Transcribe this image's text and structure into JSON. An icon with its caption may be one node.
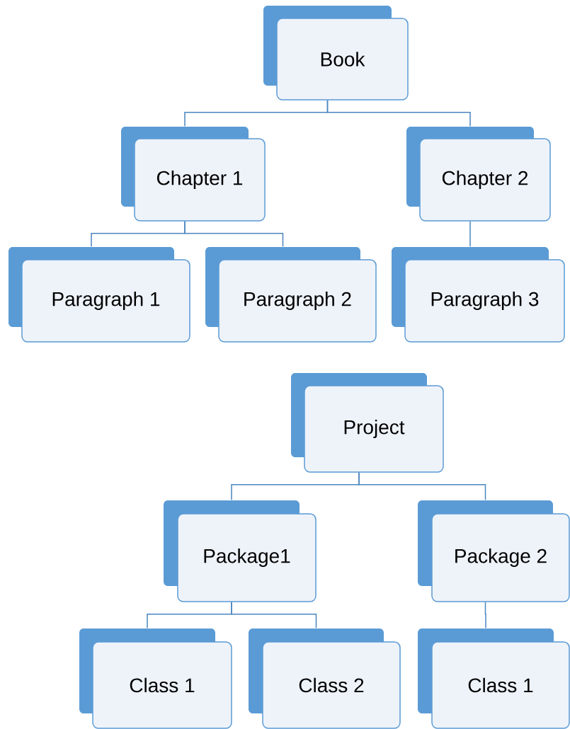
{
  "diagram": {
    "nodes": [
      {
        "text": [
          "Book"
        ]
      },
      {
        "text": [
          "Chapter 1"
        ]
      },
      {
        "text": [
          "Chapter 2"
        ]
      },
      {
        "text": [
          "Paragraph 1"
        ]
      },
      {
        "text": [
          "Paragraph 2"
        ]
      },
      {
        "text": [
          "Paragraph 3"
        ]
      },
      {
        "text": [
          "Project"
        ]
      },
      {
        "text": [
          "Package1"
        ]
      },
      {
        "text": [
          "Package 2"
        ]
      },
      {
        "text": [
          "Class 1"
        ]
      },
      {
        "text": [
          "Class 2"
        ]
      },
      {
        "text": [
          "Class 1"
        ]
      }
    ],
    "edges": [
      {
        "from": 0,
        "to": 1,
        "arrow": "none"
      },
      {
        "from": 0,
        "to": 2,
        "arrow": "none"
      },
      {
        "from": 1,
        "to": 3,
        "arrow": "none"
      },
      {
        "from": 1,
        "to": 4,
        "arrow": "none"
      },
      {
        "from": 2,
        "to": 5,
        "arrow": "none"
      },
      {
        "from": 6,
        "to": 7,
        "arrow": "none"
      },
      {
        "from": 6,
        "to": 8,
        "arrow": "none"
      },
      {
        "from": 7,
        "to": 9,
        "arrow": "none"
      },
      {
        "from": 7,
        "to": 10,
        "arrow": "none"
      },
      {
        "from": 8,
        "to": 11,
        "arrow": "none"
      }
    ]
  }
}
